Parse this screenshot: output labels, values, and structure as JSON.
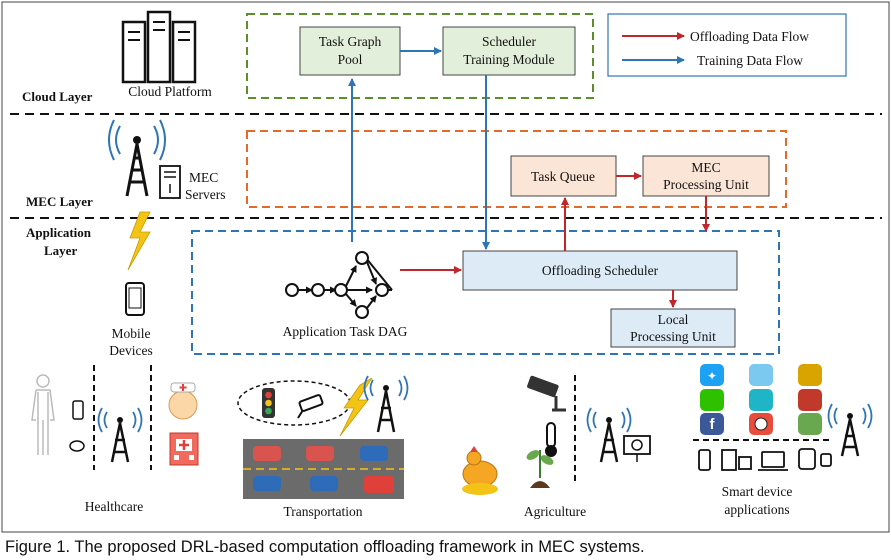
{
  "caption": "Figure 1. The proposed DRL-based computation offloading framework in MEC systems.",
  "layers": {
    "cloud": "Cloud Layer",
    "mec": "MEC Layer",
    "application_line1": "Application",
    "application_line2": "Layer"
  },
  "legend": {
    "offloading": "Offloading Data Flow",
    "training": "Training Data Flow"
  },
  "cloud": {
    "platform_label": "Cloud Platform",
    "task_graph_pool": [
      "Task Graph",
      "Pool"
    ],
    "scheduler_training": [
      "Scheduler",
      "Training Module"
    ]
  },
  "mec": {
    "servers_label": [
      "MEC",
      "Servers"
    ],
    "task_queue": "Task Queue",
    "processing_unit": [
      "MEC",
      "Processing Unit"
    ]
  },
  "application": {
    "mobile_devices": [
      "Mobile",
      "Devices"
    ],
    "task_dag": "Application Task DAG",
    "offloading_scheduler": "Offloading Scheduler",
    "local_unit": [
      "Local",
      "Processing Unit"
    ]
  },
  "scenarios": {
    "healthcare": "Healthcare",
    "transportation": "Transportation",
    "agriculture": "Agriculture",
    "smart_devices": [
      "Smart device",
      "applications"
    ]
  },
  "colors": {
    "offloading": "#c0272d",
    "training": "#2e75b6",
    "cloud_border": "#5a8f29",
    "mec_border": "#e26b2a",
    "app_border": "#2e75b6"
  }
}
